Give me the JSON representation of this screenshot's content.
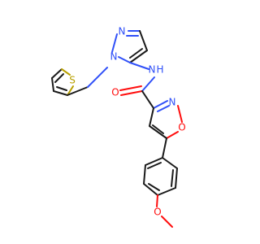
{
  "molecule": {
    "atom_labels": {
      "pyrazole_n2": "N",
      "pyrazole_n1": "N",
      "thiophene_s": "S",
      "amide_nh": "N",
      "amide_h": "H",
      "carbonyl_o": "O",
      "isoxazole_n": "N",
      "isoxazole_o": "O",
      "methoxy_o": "O"
    },
    "colors": {
      "carbon_bond": "#1a1a1a",
      "nitrogen": "#3050F8",
      "oxygen": "#FF0D0D",
      "sulfur": "#b8a000"
    }
  }
}
